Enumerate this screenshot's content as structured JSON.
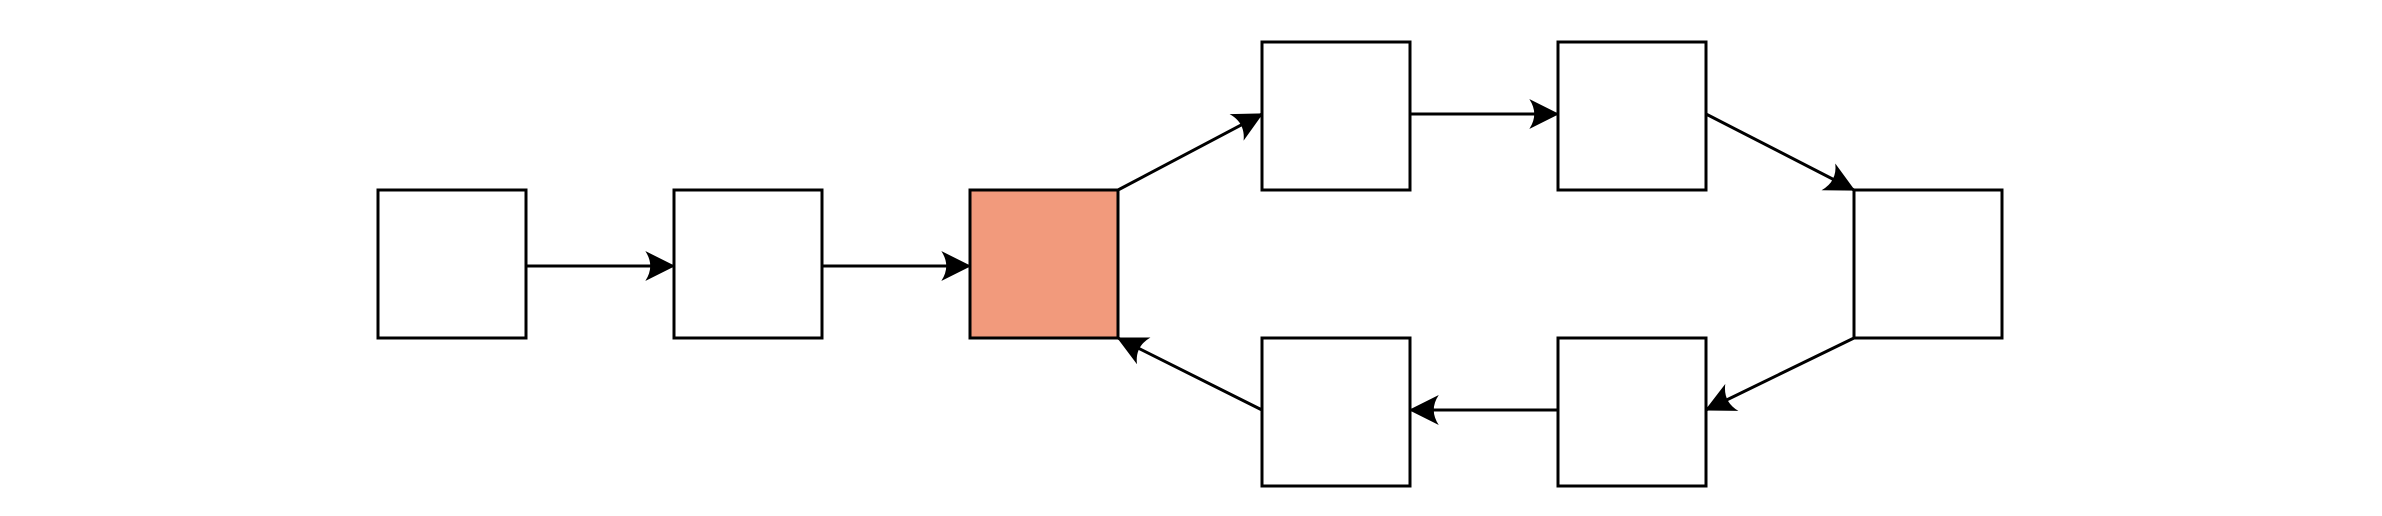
{
  "diagram": {
    "type": "flow-diagram",
    "colors": {
      "background": "#ffffff",
      "box_fill": "#ffffff",
      "highlight_fill": "#f29a7c",
      "stroke": "#000000"
    },
    "nodes": [
      {
        "id": "node-1",
        "label": "",
        "highlighted": false
      },
      {
        "id": "node-2",
        "label": "",
        "highlighted": false
      },
      {
        "id": "node-3",
        "label": "",
        "highlighted": true
      },
      {
        "id": "node-4",
        "label": "",
        "highlighted": false
      },
      {
        "id": "node-5",
        "label": "",
        "highlighted": false
      },
      {
        "id": "node-6",
        "label": "",
        "highlighted": false
      },
      {
        "id": "node-7",
        "label": "",
        "highlighted": false
      },
      {
        "id": "node-8",
        "label": "",
        "highlighted": false
      }
    ],
    "edges": [
      {
        "from": "node-1",
        "to": "node-2"
      },
      {
        "from": "node-2",
        "to": "node-3"
      },
      {
        "from": "node-3",
        "to": "node-4"
      },
      {
        "from": "node-4",
        "to": "node-5"
      },
      {
        "from": "node-5",
        "to": "node-6"
      },
      {
        "from": "node-6",
        "to": "node-7"
      },
      {
        "from": "node-7",
        "to": "node-8"
      },
      {
        "from": "node-8",
        "to": "node-3"
      }
    ]
  }
}
